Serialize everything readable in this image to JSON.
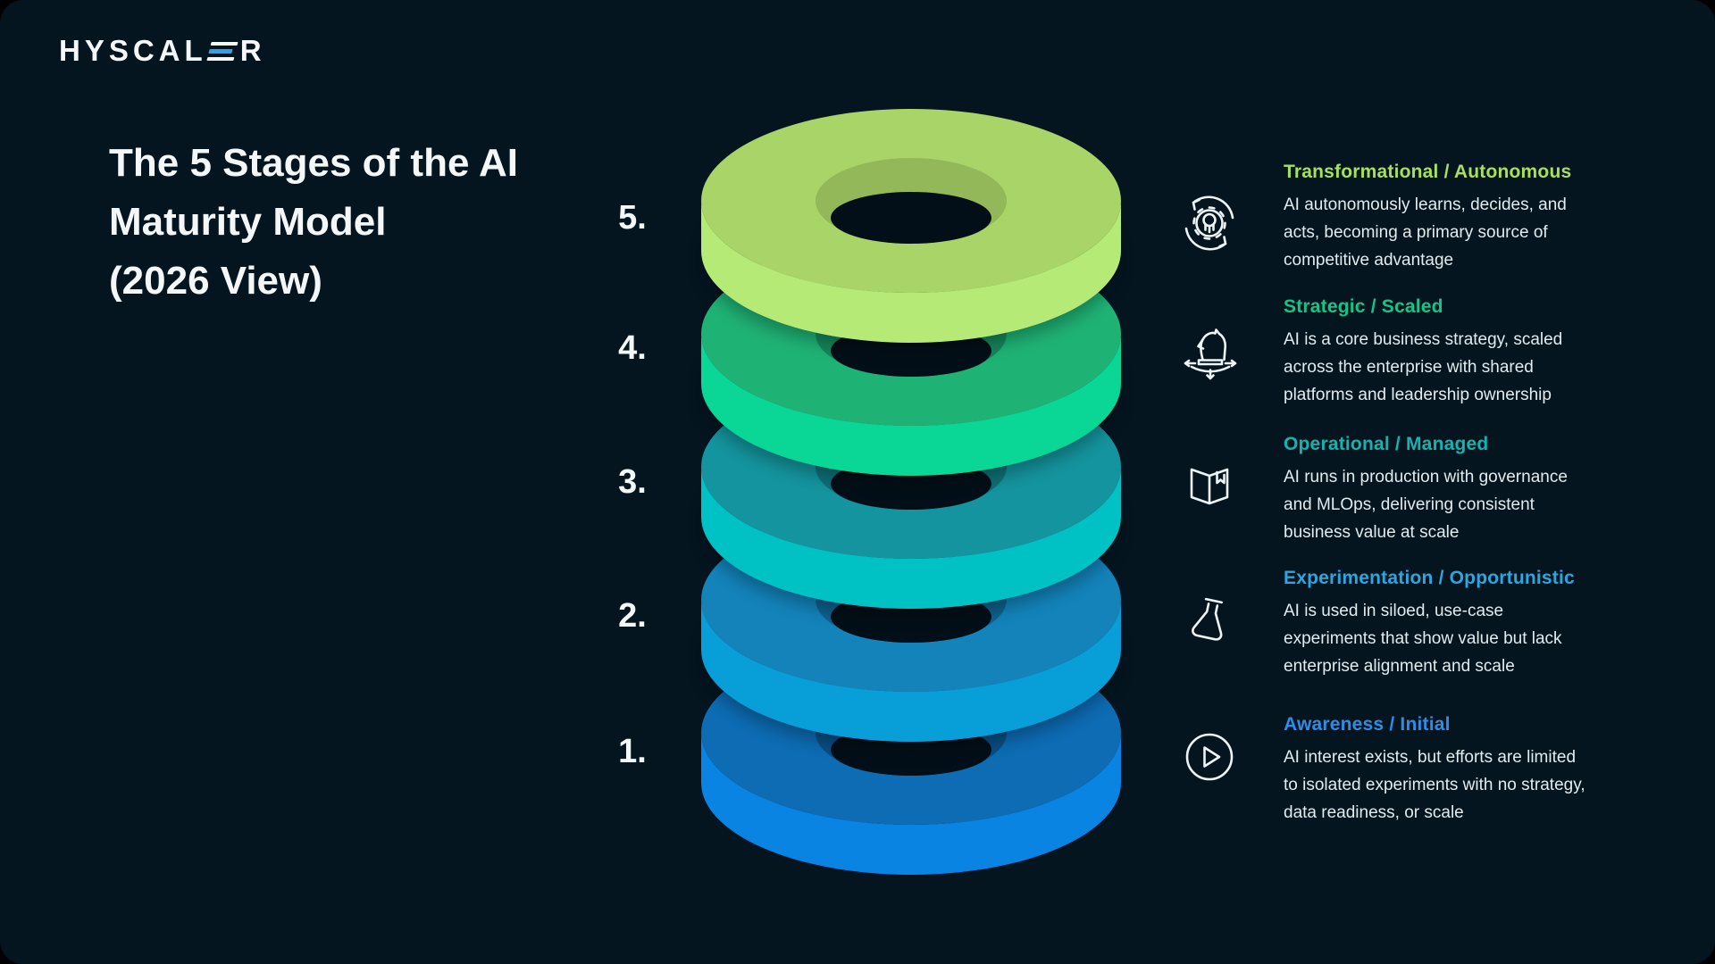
{
  "logo": {
    "pre": "HYSCAL",
    "post": "R",
    "accent_color": "#2fa2e5"
  },
  "title": {
    "lines": [
      "The 5 Stages of the AI",
      "Maturity Model",
      "(2026 View)"
    ]
  },
  "background": {
    "page": "#000000",
    "card": "#041520",
    "hole": "#030f18"
  },
  "stages": [
    {
      "number": "5.",
      "title": "Transformational / Autonomous",
      "title_color": "#a6e05d",
      "icon": "gear-cycle-icon",
      "description_lines": [
        "AI autonomously learns, decides, and",
        "acts, becoming a primary source of",
        "competitive advantage"
      ],
      "ring": {
        "top": "#a9d468",
        "side": "#b6ea77",
        "wall": "#93b85a"
      }
    },
    {
      "number": "4.",
      "title": "Strategic / Scaled",
      "title_color": "#13c687",
      "icon": "knight-strategy-icon",
      "description_lines": [
        "AI is a core business strategy, scaled",
        "across the enterprise with shared",
        "platforms and leadership ownership"
      ],
      "ring": {
        "top": "#1fb275",
        "side": "#0ad795",
        "wall": "#15875c"
      }
    },
    {
      "number": "3.",
      "title": "Operational / Managed",
      "title_color": "#16b3ae",
      "icon": "book-manual-icon",
      "description_lines": [
        "AI runs in production with governance",
        "and MLOps, delivering consistent",
        "business value at scale"
      ],
      "ring": {
        "top": "#14949e",
        "side": "#00c1c4",
        "wall": "#0e7076"
      }
    },
    {
      "number": "2.",
      "title": "Experimentation / Opportunistic",
      "title_color": "#2ba7e0",
      "icon": "flask-icon",
      "description_lines": [
        " AI is used in siloed, use-case",
        "experiments that show value but lack",
        "enterprise alignment and scale"
      ],
      "ring": {
        "top": "#1383ba",
        "side": "#089fd9",
        "wall": "#0e618c"
      }
    },
    {
      "number": "1.",
      "title": "Awareness / Initial",
      "title_color": "#2f8ce4",
      "icon": "play-circle-icon",
      "description_lines": [
        "AI interest exists, but efforts are limited",
        "to isolated experiments with no strategy,",
        "data readiness, or scale"
      ],
      "ring": {
        "top": "#0d6cb4",
        "side": "#0a84e2",
        "wall": "#094f85"
      }
    }
  ]
}
